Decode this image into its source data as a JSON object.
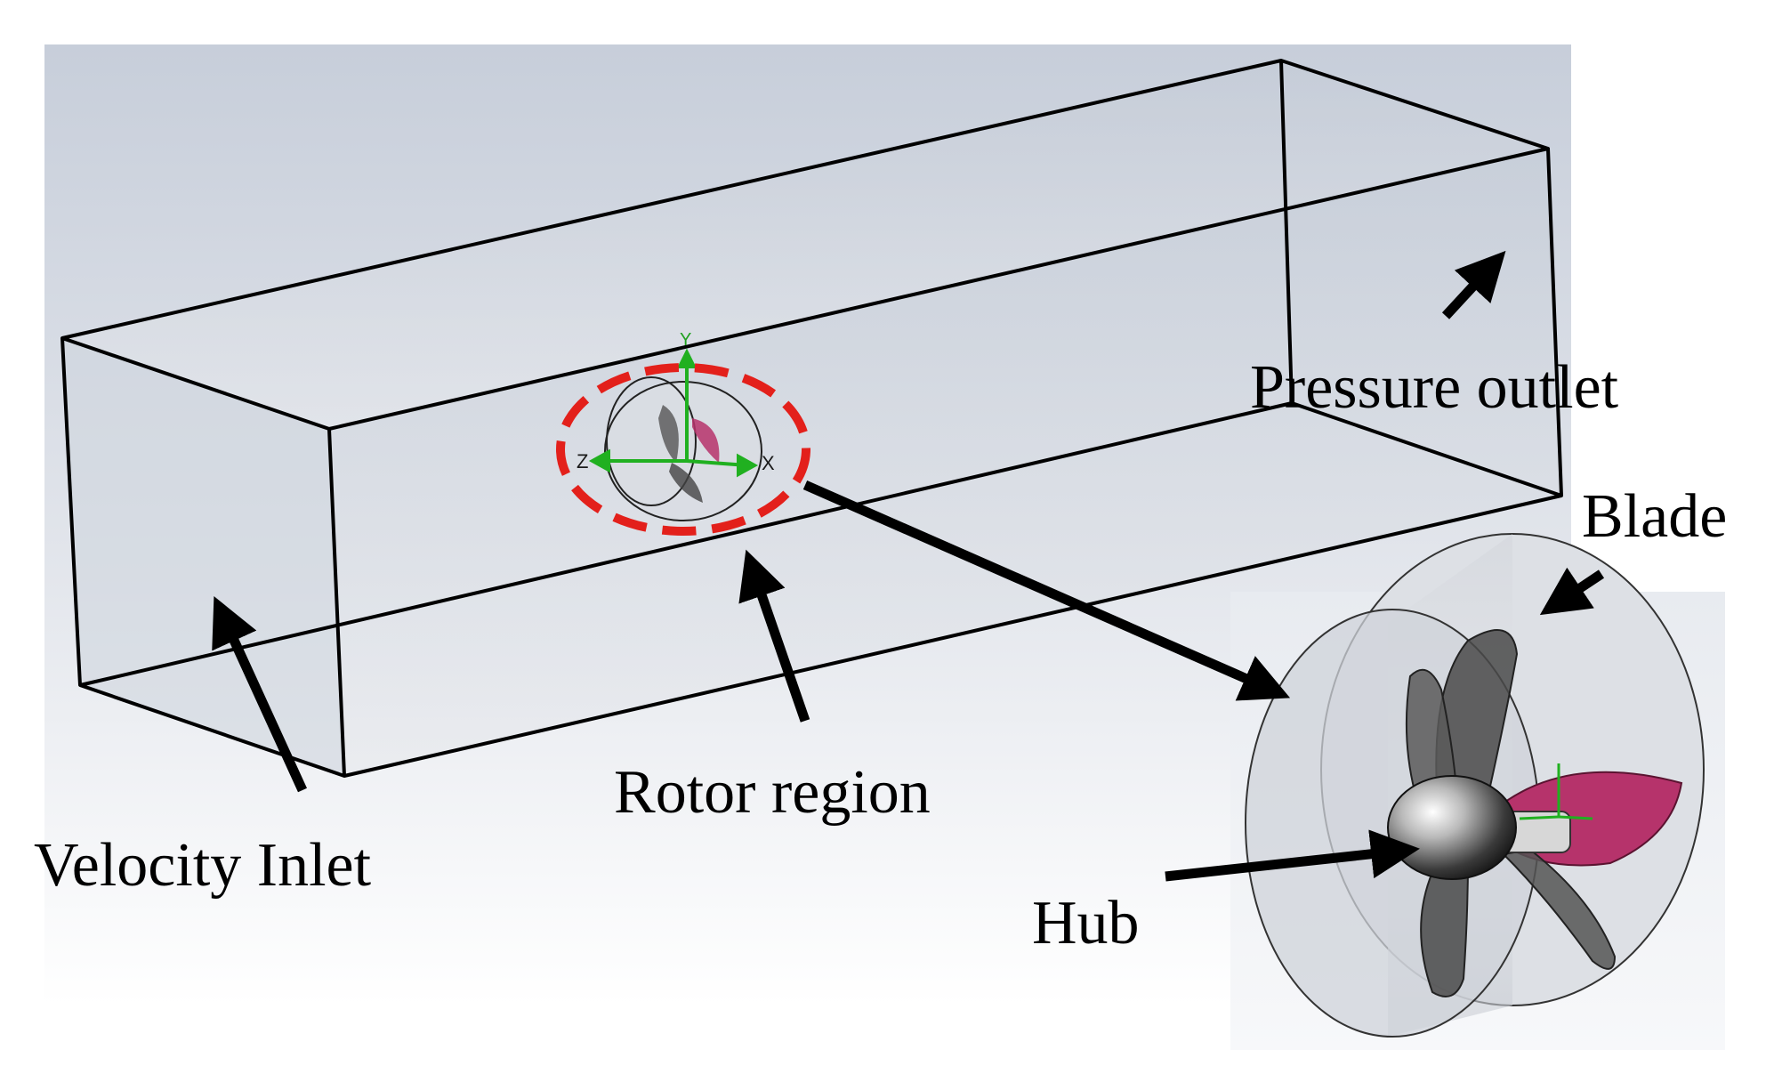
{
  "labels": {
    "pressure_outlet": "Pressure outlet",
    "blade": "Blade",
    "rotor_region": "Rotor region",
    "velocity_inlet": "Velocity Inlet",
    "hub": "Hub"
  },
  "axes": {
    "x": "X",
    "y": "Y",
    "z": "Z"
  },
  "colors": {
    "domain_edge": "#000000",
    "rotor_highlight": "#e3201b",
    "blade_accent": "#b6336b",
    "axis_triad": "#20b020",
    "background_tint": "#c9d0db"
  },
  "icons": [
    "annotation-arrow",
    "coordinate-triad",
    "propeller"
  ]
}
